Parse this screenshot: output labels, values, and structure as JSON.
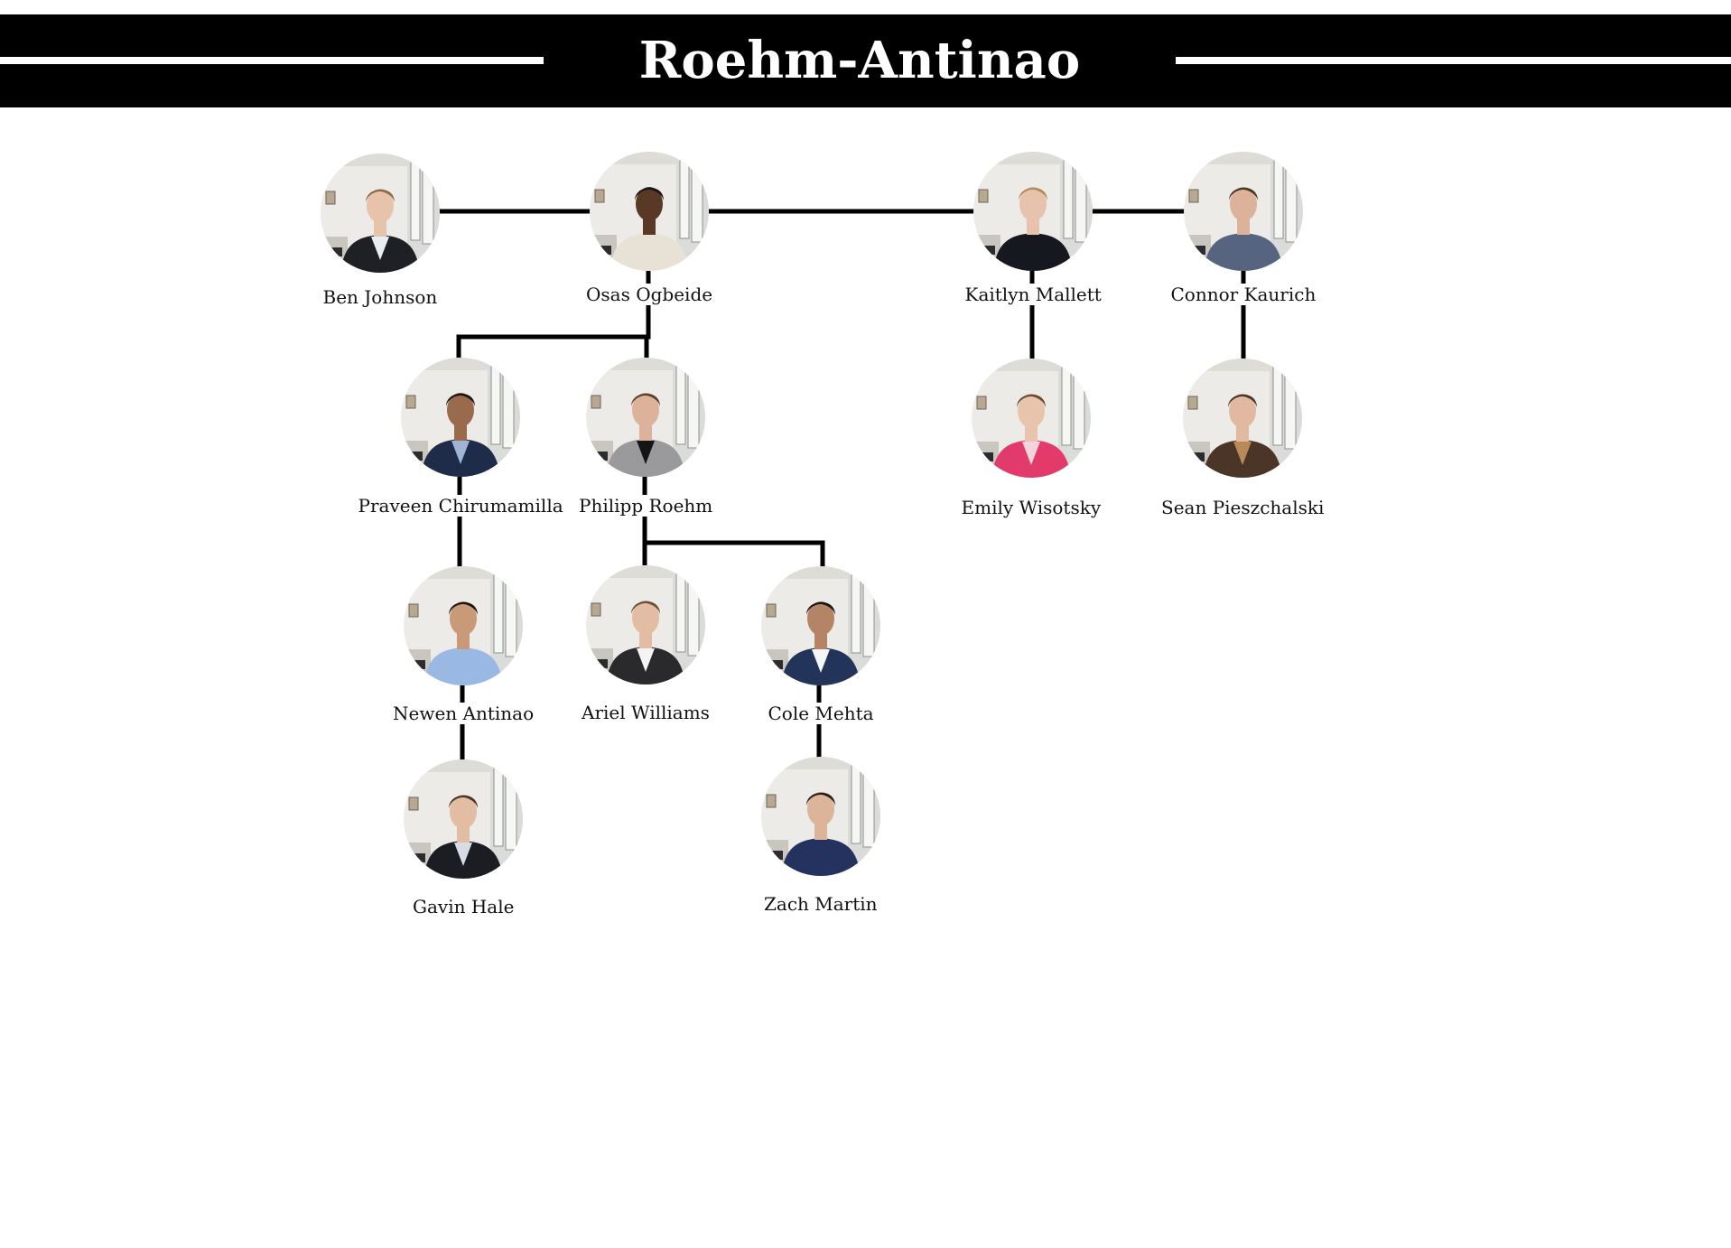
{
  "title": "Roehm-Antinao Family",
  "colors": {
    "banner": "#000000",
    "line": "#000000",
    "text": "#111111"
  },
  "members": {
    "ben": {
      "name": "Ben Johnson",
      "icon": "person-photo",
      "jacket": "#1f2023",
      "shirt": "#e9edf2",
      "skin": "#e6c3aa",
      "hair": "#8a6a4a"
    },
    "osas": {
      "name": "Osas Ogbeide",
      "icon": "person-photo",
      "jacket": "#e8e2d6",
      "shirt": "#e8e2d6",
      "skin": "#5a3826",
      "hair": "#1a1412"
    },
    "kaitlyn": {
      "name": "Kaitlyn Mallett",
      "icon": "person-photo",
      "jacket": "#15181e",
      "shirt": "#15181e",
      "skin": "#e7c3ad",
      "hair": "#b48a5a"
    },
    "connor": {
      "name": "Connor Kaurich",
      "icon": "person-photo",
      "jacket": "#56647f",
      "shirt": "#56647f",
      "skin": "#dcb39a",
      "hair": "#4a3424"
    },
    "praveen": {
      "name": "Praveen Chirumamilla",
      "icon": "person-photo",
      "jacket": "#1e2c4a",
      "shirt": "#9fb4d4",
      "skin": "#9a6a4c",
      "hair": "#1b1512"
    },
    "philipp": {
      "name": "Philipp Roehm",
      "icon": "person-photo",
      "jacket": "#9a9a9c",
      "shirt": "#151515",
      "skin": "#dcb29a",
      "hair": "#5a4028"
    },
    "emily": {
      "name": "Emily Wisotsky",
      "icon": "person-photo",
      "jacket": "#e23a6a",
      "shirt": "#f3d4dc",
      "skin": "#e8c4ac",
      "hair": "#6a4a34"
    },
    "sean": {
      "name": "Sean Pieszchalski",
      "icon": "person-photo",
      "jacket": "#4a3526",
      "shirt": "#b88a58",
      "skin": "#e0b9a0",
      "hair": "#4a3424"
    },
    "newen": {
      "name": "Newen Antinao",
      "icon": "person-photo",
      "jacket": "#9ab8e4",
      "shirt": "#9ab8e4",
      "skin": "#c99a78",
      "hair": "#1d1612"
    },
    "ariel": {
      "name": "Ariel Williams",
      "icon": "person-photo",
      "jacket": "#2a2a2c",
      "shirt": "#f5f4f2",
      "skin": "#e2bda4",
      "hair": "#6a4e38"
    },
    "cole": {
      "name": "Cole Mehta",
      "icon": "person-photo",
      "jacket": "#23345a",
      "shirt": "#f4f6f8",
      "skin": "#b58466",
      "hair": "#1b1512"
    },
    "gavin": {
      "name": "Gavin Hale",
      "icon": "person-photo",
      "jacket": "#1b1d22",
      "shirt": "#d7dde6",
      "skin": "#e3bda3",
      "hair": "#4a3424"
    },
    "zach": {
      "name": "Zach Martin",
      "icon": "person-photo",
      "jacket": "#23325e",
      "shirt": "#23325e",
      "skin": "#dcb49a",
      "hair": "#2a1e16"
    }
  }
}
